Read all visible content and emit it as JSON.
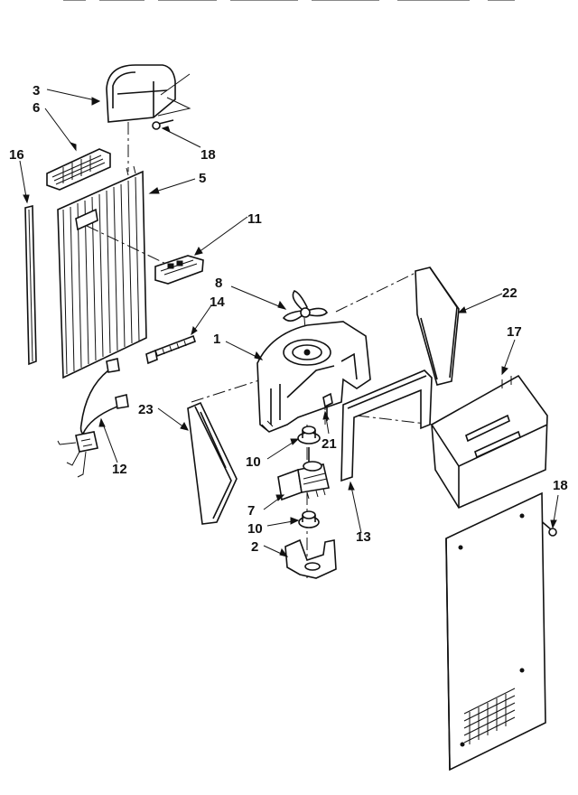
{
  "callouts": {
    "c1": "1",
    "c2": "2",
    "c3": "3",
    "c5": "5",
    "c6": "6",
    "c7": "7",
    "c8": "8",
    "c10a": "10",
    "c10b": "10",
    "c11": "11",
    "c12": "12",
    "c13": "13",
    "c14": "14",
    "c16": "16",
    "c17": "17",
    "c18a": "18",
    "c18b": "18",
    "c21": "21",
    "c22": "22",
    "c23": "23"
  }
}
